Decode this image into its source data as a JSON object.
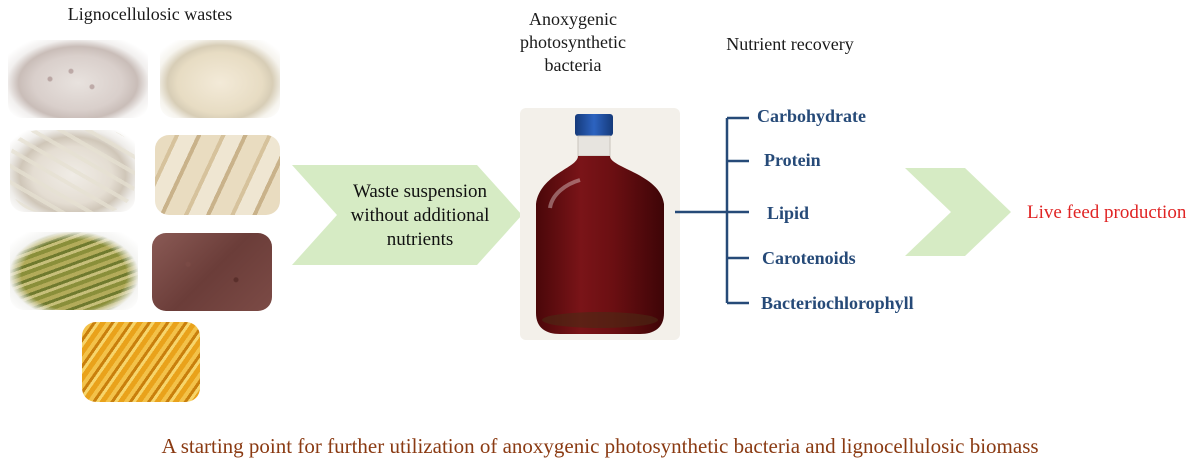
{
  "titles": {
    "wastes": "Lignocellulosic wastes",
    "bacteria": "Anoxygenic photosynthetic bacteria",
    "recovery": "Nutrient recovery"
  },
  "process_arrow": {
    "line1": "Waste suspension",
    "line2": "without additional",
    "line3": "nutrients"
  },
  "nutrients": [
    "Carbohydrate",
    "Protein",
    "Lipid",
    "Carotenoids",
    "Bacteriochlorophyll"
  ],
  "output": "Live feed production",
  "caption": "A starting point for further utilization of anoxygenic photosynthetic bacteria and lignocellulosic biomass",
  "colors": {
    "nutrient_text": "#264a78",
    "bracket": "#264a78",
    "arrow_fill": "#d6ebc4",
    "output_text": "#e02424",
    "caption_text": "#8a3a12",
    "bottle_liquid": "#6b0f12",
    "bottle_cap": "#1f4fa0"
  },
  "waste_samples": [
    {
      "name": "waste-sample-1",
      "kind": "powder-dish"
    },
    {
      "name": "waste-sample-2",
      "kind": "fiber-dish"
    },
    {
      "name": "waste-sample-3",
      "kind": "stalk-dish"
    },
    {
      "name": "waste-sample-4",
      "kind": "corn-cobs"
    },
    {
      "name": "waste-sample-5",
      "kind": "straw-dish"
    },
    {
      "name": "waste-sample-6",
      "kind": "brown-powder"
    },
    {
      "name": "waste-sample-7",
      "kind": "yellow-fibers"
    }
  ]
}
